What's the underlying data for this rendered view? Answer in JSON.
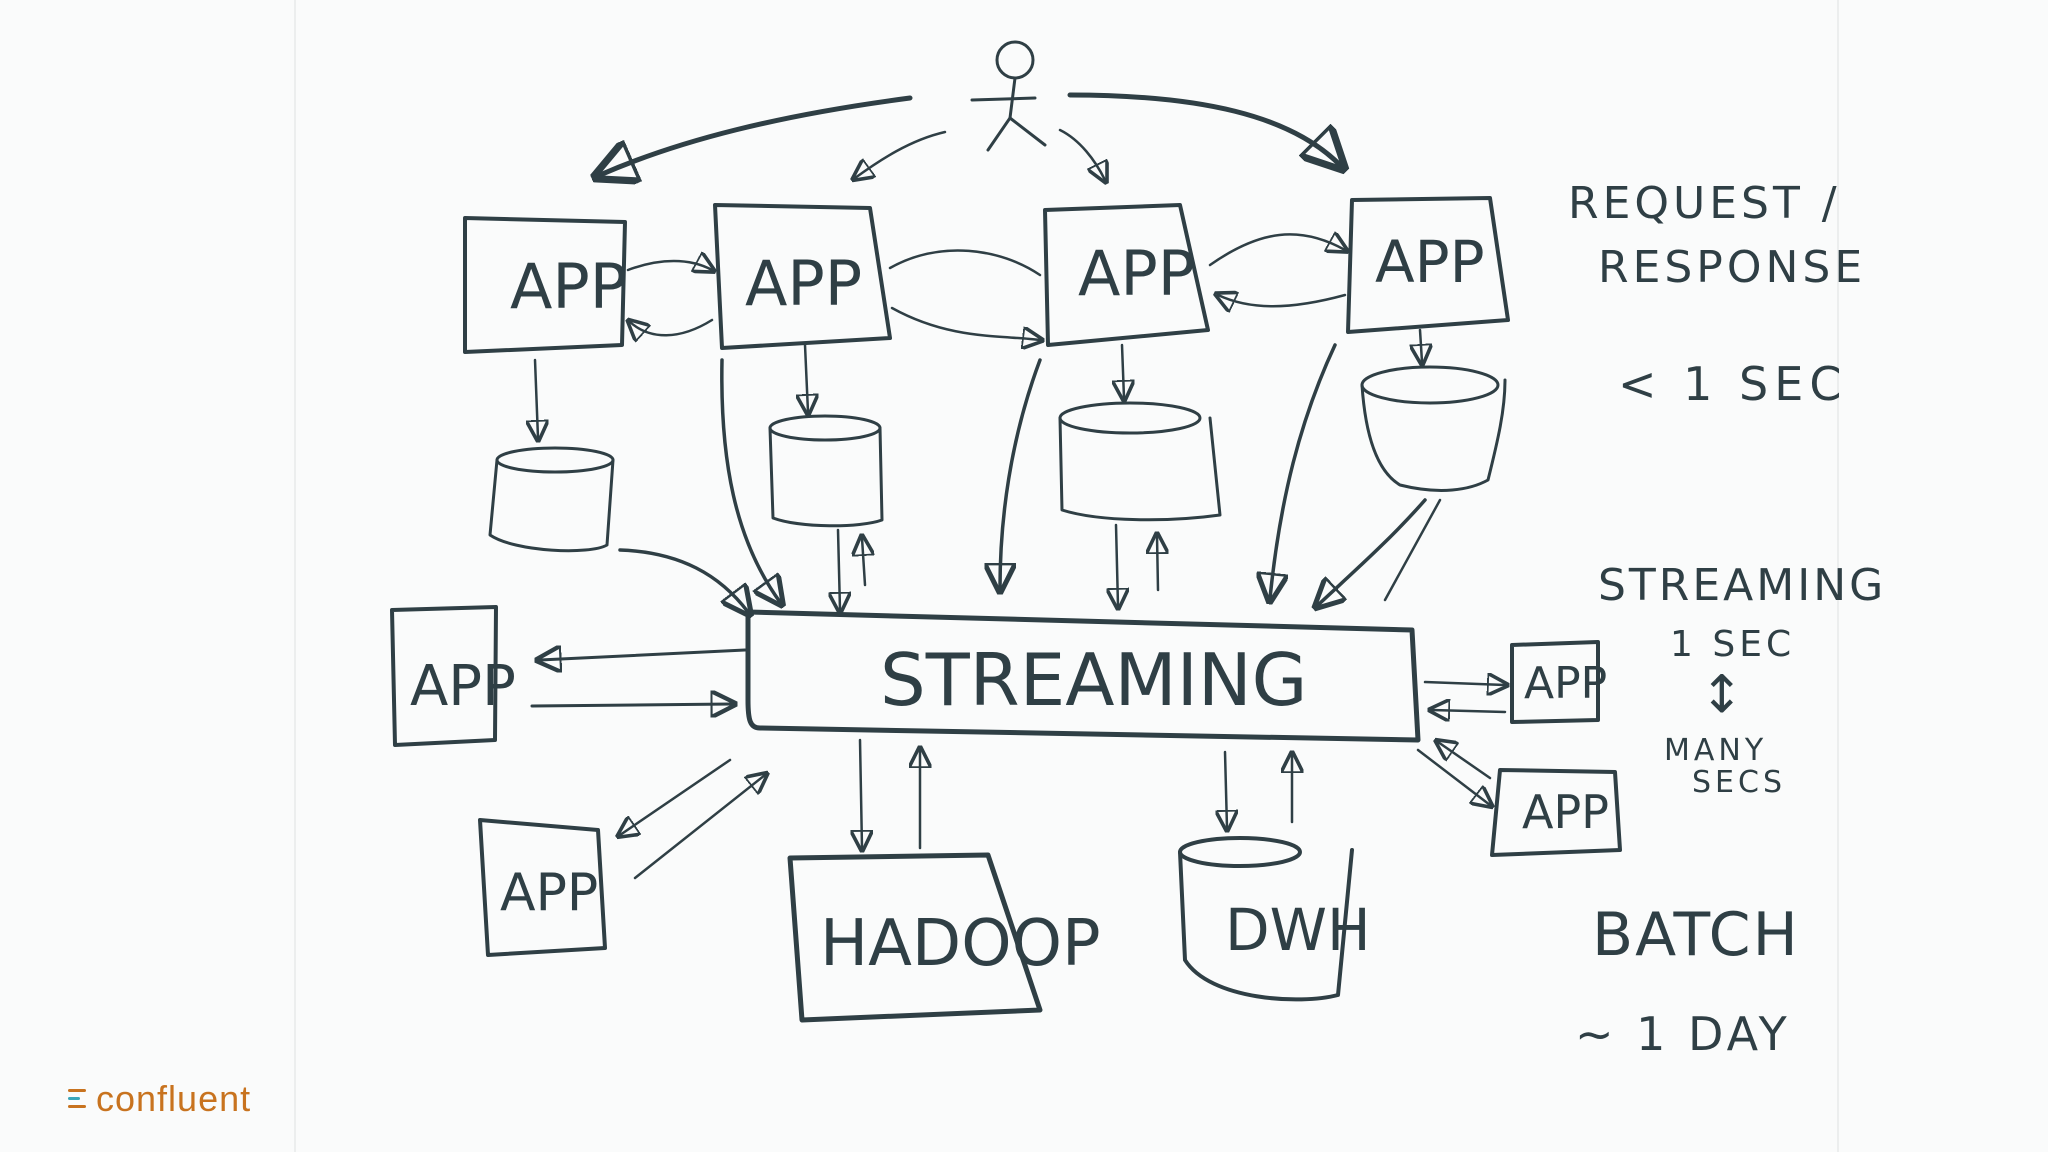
{
  "apps": {
    "top1": "APP",
    "top2": "APP",
    "top3": "APP",
    "top4": "APP",
    "left": "APP",
    "bottom_left": "APP",
    "right1": "APP",
    "right2": "APP"
  },
  "streaming_label": "STREAMING",
  "hadoop_label": "HADOOP",
  "dwh_label": "DWH",
  "annotations": {
    "request_line1": "REQUEST /",
    "request_line2": "RESPONSE",
    "request_latency": "< 1 SEC",
    "streaming_title": "STREAMING",
    "streaming_latency": "1 SEC",
    "streaming_range_arrow": "↕",
    "streaming_line3": "MANY",
    "streaming_line4": "SECS",
    "batch_title": "BATCH",
    "batch_latency": "~ 1 DAY"
  },
  "logo": "confluent",
  "colors": {
    "ink": "#2f3f45",
    "logo": "#c8731f",
    "background": "#fafbfb"
  }
}
